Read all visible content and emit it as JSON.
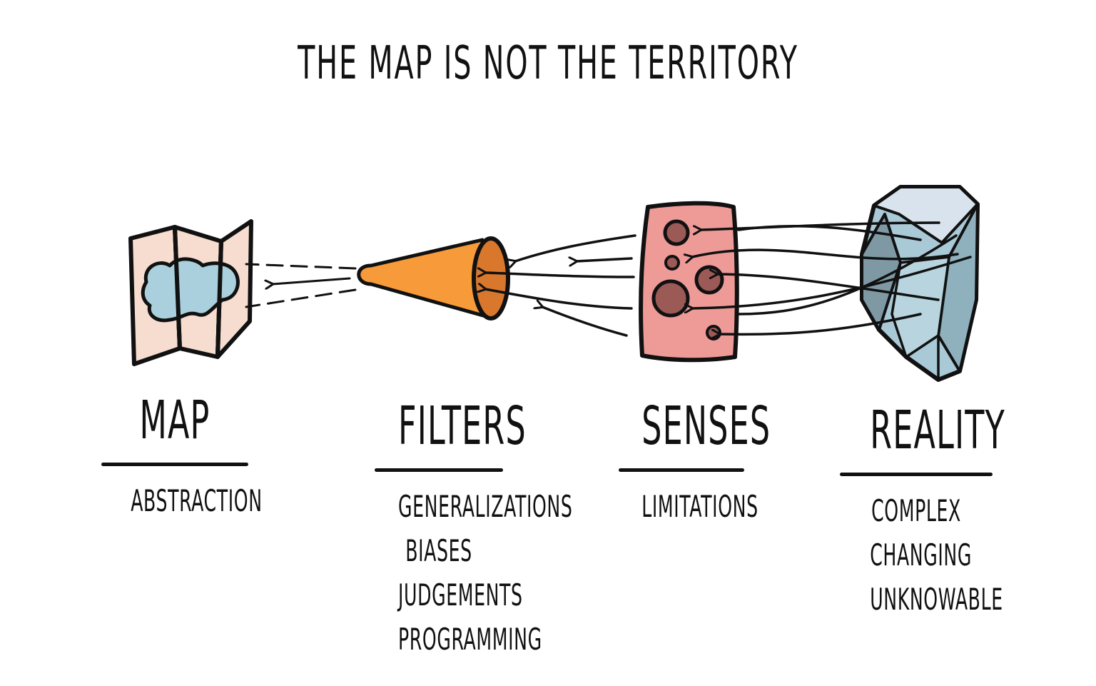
{
  "title": "THE MAP IS NOT THE TERRITORY",
  "columns": [
    {
      "heading": "MAP",
      "items": [
        "ABSTRACTION"
      ]
    },
    {
      "heading": "FILTERS",
      "items": [
        "GENERALIZATIONS",
        "BIASES",
        "JUDGEMENTS",
        "PROGRAMMING"
      ]
    },
    {
      "heading": "SENSES",
      "items": [
        "LIMITATIONS"
      ]
    },
    {
      "heading": "REALITY",
      "items": [
        "COMPLEX",
        "CHANGING",
        "UNKNOWABLE"
      ]
    }
  ],
  "icons": {
    "map": "folded-map-icon",
    "filters": "funnel-icon",
    "senses": "senses-panel-icon",
    "reality": "crystal-rock-icon"
  },
  "colors": {
    "map_paper": "#f6ddcf",
    "map_water": "#a9d0dc",
    "funnel": "#f79a3a",
    "funnel_mouth": "#d9782c",
    "senses_panel": "#ee9b98",
    "senses_dots": "#9c5a57",
    "rock_light": "#d9e3ee",
    "rock_mid": "#a9c9d6",
    "rock_dark": "#7f99a4",
    "ink": "#111111"
  }
}
